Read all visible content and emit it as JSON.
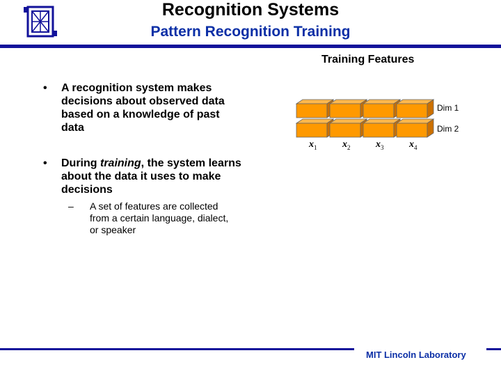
{
  "slide": {
    "title": "Recognition Systems",
    "subtitle": "Pattern Recognition Training",
    "footer": "MIT Lincoln Laboratory"
  },
  "bullets": [
    {
      "marker": "•",
      "text": "A recognition system makes decisions about observed data based on a knowledge of past data"
    },
    {
      "marker": "•",
      "text_before": "During ",
      "text_italic": "training",
      "text_after": ", the system learns about the data it uses to make decisions",
      "sub_items": [
        {
          "marker": "–",
          "text": "A set of features are collected from a certain language, dialect, or speaker"
        }
      ]
    }
  ],
  "figure": {
    "title": "Training Features",
    "dim_labels": [
      "Dim 1",
      "Dim 2"
    ],
    "columns": [
      {
        "var": "x",
        "sub": "1"
      },
      {
        "var": "x",
        "sub": "2"
      },
      {
        "var": "x",
        "sub": "3"
      },
      {
        "var": "x",
        "sub": "4"
      }
    ]
  },
  "colors": {
    "title": "#000000",
    "subtitle": "#0b2fa6",
    "rule": "#12129a",
    "cube_front": "#ff9900",
    "cube_top": "#ffb84d",
    "cube_side": "#cc7000"
  }
}
